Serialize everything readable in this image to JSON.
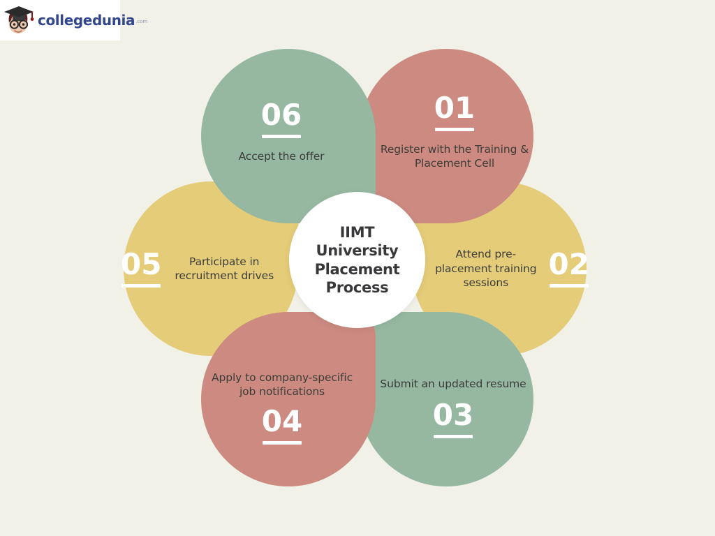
{
  "brand": {
    "name": "collegedunia",
    "tld": ".com",
    "logo_icon": "graduate-face-icon",
    "text_color": "#33478c",
    "plate_color": "#ffffff"
  },
  "page": {
    "background_color": "#f1f1e8"
  },
  "hub": {
    "title": "IIMT\nUniversity\nPlacement\nProcess",
    "background_color": "#ffffff",
    "text_color": "#38383a"
  },
  "palette": {
    "rose": "#cc8a80",
    "gold": "#e5cc79",
    "sage": "#96b8a1",
    "number_color": "#ffffff",
    "label_color": "#3c3c38"
  },
  "steps": [
    {
      "number": "01",
      "label": "Register with the Training & Placement Cell",
      "color": "#cc8a80",
      "color_name": "rose",
      "position": "top-right",
      "number_placement": "above"
    },
    {
      "number": "02",
      "label": "Attend pre-placement training sessions",
      "color": "#e5cc79",
      "color_name": "gold",
      "position": "right",
      "number_placement": "right"
    },
    {
      "number": "03",
      "label": "Submit an updated resume",
      "color": "#96b8a1",
      "color_name": "sage",
      "position": "bottom-right",
      "number_placement": "below"
    },
    {
      "number": "04",
      "label": "Apply to company-specific job notifications",
      "color": "#cc8a80",
      "color_name": "rose",
      "position": "bottom-left",
      "number_placement": "below"
    },
    {
      "number": "05",
      "label": "Participate in recruitment drives",
      "color": "#e5cc79",
      "color_name": "gold",
      "position": "left",
      "number_placement": "left"
    },
    {
      "number": "06",
      "label": "Accept the offer",
      "color": "#96b8a1",
      "color_name": "sage",
      "position": "top-left",
      "number_placement": "above"
    }
  ]
}
